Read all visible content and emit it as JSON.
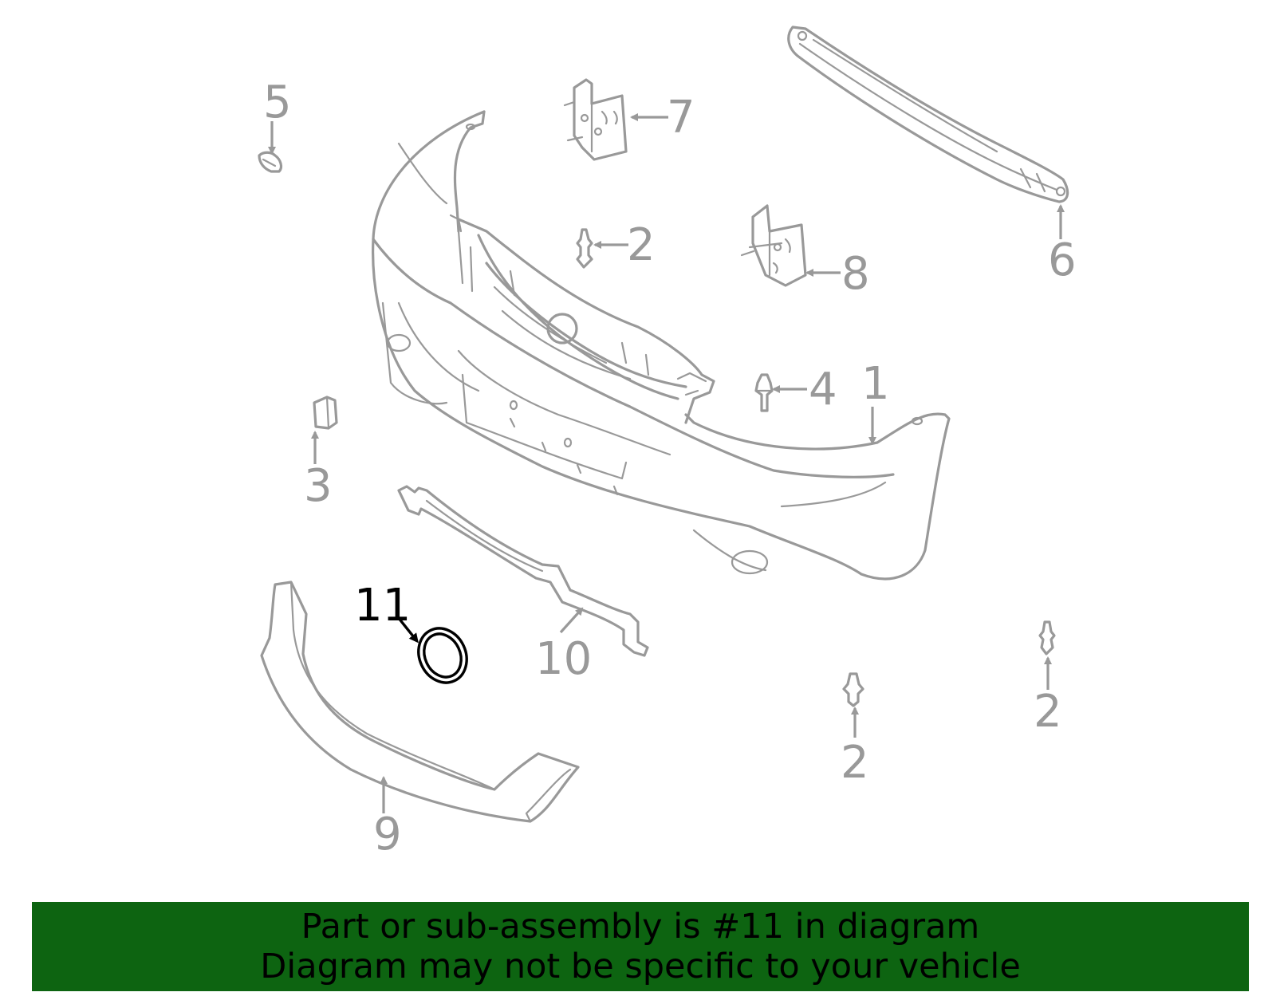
{
  "callouts": {
    "c1": "1",
    "c2a": "2",
    "c2b": "2",
    "c2c": "2",
    "c3": "3",
    "c4": "4",
    "c5": "5",
    "c6": "6",
    "c7": "7",
    "c8": "8",
    "c9": "9",
    "c10": "10",
    "c11": "11"
  },
  "highlighted_part": "11",
  "banner": {
    "line1": "Part or sub-assembly is #11 in diagram",
    "line2": "Diagram may not be specific to your vehicle",
    "color": "#0d6411"
  },
  "colors": {
    "part_lines": "#999999",
    "highlight": "#000000"
  }
}
